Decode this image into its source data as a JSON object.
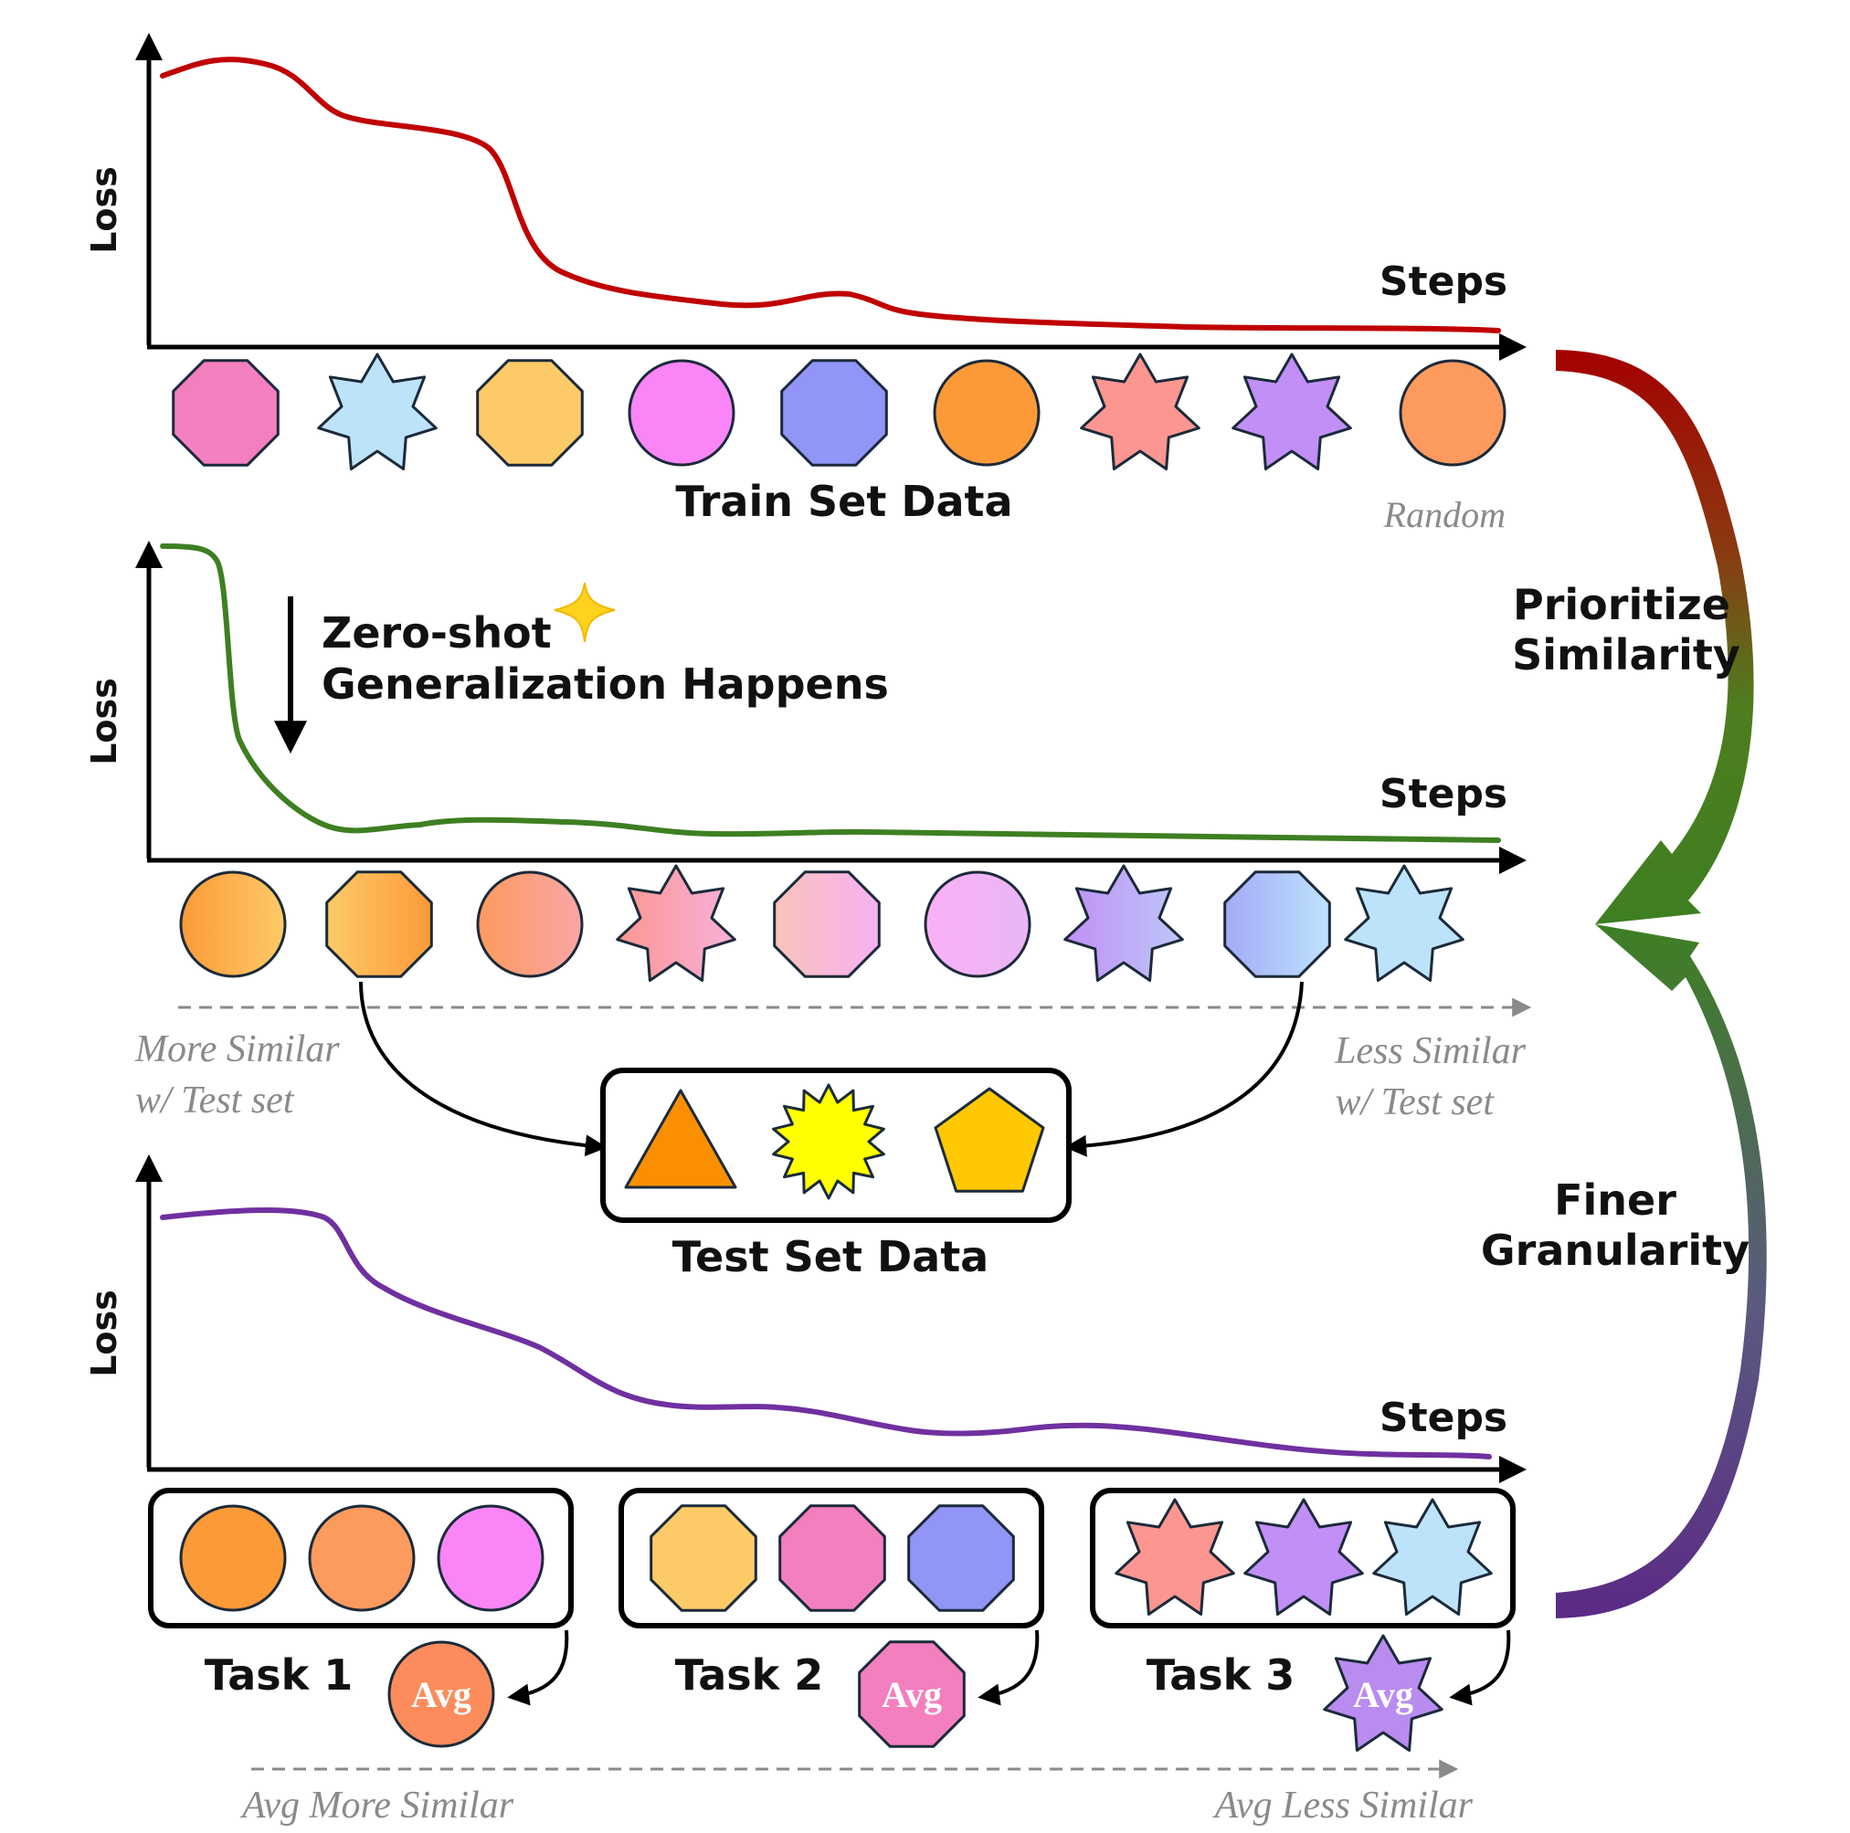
{
  "axes": {
    "loss_label": "Loss",
    "steps_label": "Steps"
  },
  "panel_random": {
    "caption": "Train Set Data",
    "order_label": "Random",
    "curve_color": "#c00000",
    "shapes": [
      {
        "shape": "octagon",
        "fill": "#f47fbe"
      },
      {
        "shape": "star7",
        "fill": "#bde3fb"
      },
      {
        "shape": "octagon",
        "fill": "#fdca68"
      },
      {
        "shape": "circle",
        "fill": "#fa85f6"
      },
      {
        "shape": "octagon",
        "fill": "#9195f6"
      },
      {
        "shape": "circle",
        "fill": "#fd9a38"
      },
      {
        "shape": "star7",
        "fill": "#fd9690"
      },
      {
        "shape": "star7",
        "fill": "#c18ff6"
      },
      {
        "shape": "circle",
        "fill": "#fd9a5e"
      }
    ]
  },
  "panel_similarity": {
    "annotation_line1": "Zero-shot",
    "annotation_line2": "Generalization Happens",
    "curve_color": "#3e7f22",
    "more_similar_line1": "More Similar",
    "more_similar_line2": "w/ Test set",
    "less_similar_line1": "Less Similar",
    "less_similar_line2": "w/ Test set",
    "shapes": [
      {
        "shape": "circle",
        "from": "#fd9a38",
        "to": "#fdca68"
      },
      {
        "shape": "octagon",
        "from": "#fdca68",
        "to": "#fd9a38"
      },
      {
        "shape": "circle",
        "from": "#fd9a5e",
        "to": "#f9a6a6"
      },
      {
        "shape": "star7",
        "from": "#fd9690",
        "to": "#f7b1d9"
      },
      {
        "shape": "octagon",
        "from": "#f9c3bb",
        "to": "#f7b1f0"
      },
      {
        "shape": "circle",
        "from": "#fab0f6",
        "to": "#e9b6f5"
      },
      {
        "shape": "star7",
        "from": "#c18ff6",
        "to": "#bdc7f8"
      },
      {
        "shape": "octagon",
        "from": "#a4aaf7",
        "to": "#bde3fb"
      },
      {
        "shape": "star7",
        "from": "#bde3fb",
        "to": "#bde3fb"
      }
    ]
  },
  "test_set": {
    "caption": "Test Set Data",
    "shapes": [
      {
        "shape": "triangle",
        "fill": "#fa9000"
      },
      {
        "shape": "burst",
        "fill": "#ffff00"
      },
      {
        "shape": "pentagon",
        "fill": "#ffc800"
      }
    ]
  },
  "panel_tasks": {
    "curve_color": "#7030a0",
    "tasks": [
      {
        "label": "Task 1",
        "shape": "circle",
        "fills": [
          "#fd9a38",
          "#fd9a5e",
          "#fa85f6"
        ],
        "avg_label": "Avg",
        "avg_fill": "#fd8c5c"
      },
      {
        "label": "Task 2",
        "shape": "octagon",
        "fills": [
          "#fdca68",
          "#f47fbe",
          "#9195f6"
        ],
        "avg_label": "Avg",
        "avg_fill": "#f47fbe"
      },
      {
        "label": "Task 3",
        "shape": "star7",
        "fills": [
          "#fd9690",
          "#c18ff6",
          "#bde3fb"
        ],
        "avg_label": "Avg",
        "avg_fill": "#b98cf0"
      }
    ],
    "avg_more_similar": "Avg More Similar",
    "avg_less_similar": "Avg Less Similar"
  },
  "side_labels": {
    "prioritize_line1": "Prioritize",
    "prioritize_line2": "Similarity",
    "finer_line1": "Finer",
    "finer_line2": "Granularity"
  }
}
